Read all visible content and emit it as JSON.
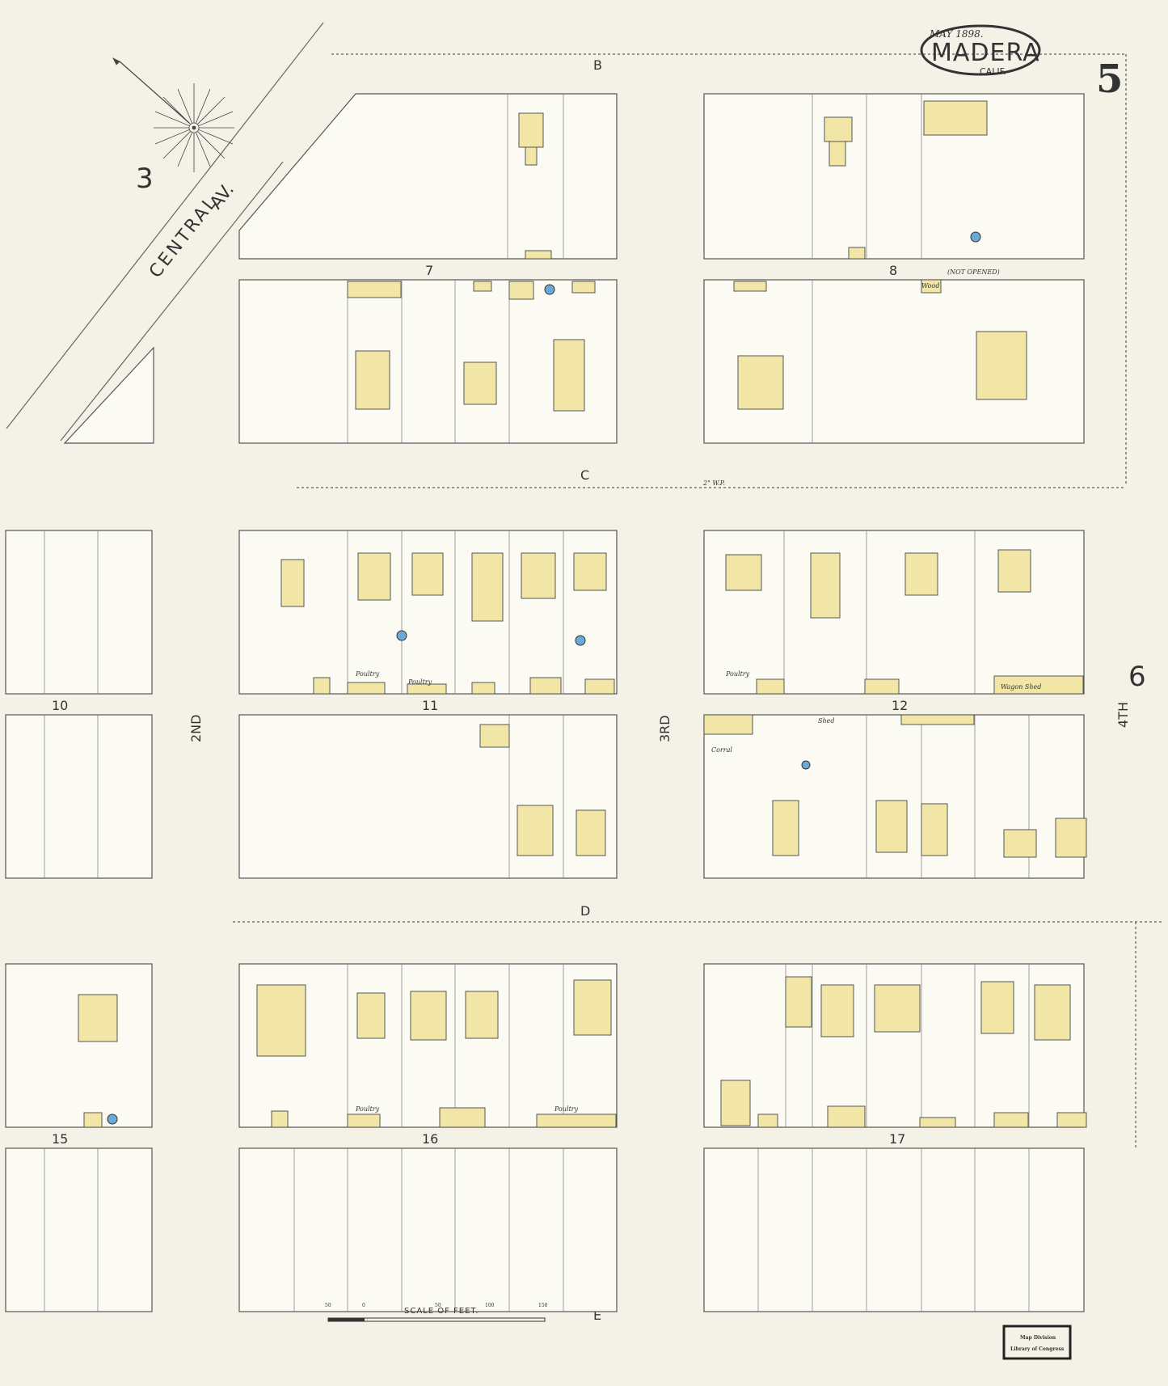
{
  "title": {
    "date": "MAY 1898.",
    "city": "MADERA",
    "state": "CALIF.",
    "sheet_number": "5"
  },
  "adjacent_sheets": {
    "left": "3",
    "right": "6"
  },
  "streets": {
    "b": "B",
    "c": "C",
    "d": "D",
    "e": "E",
    "second": "2ND",
    "third": "3RD",
    "fourth": "4TH",
    "central_1": "CENTRAL",
    "central_2": "AV."
  },
  "blocks": [
    "7",
    "8",
    "10",
    "11",
    "12",
    "15",
    "16",
    "17"
  ],
  "annotations": {
    "not_opened": "(NOT OPENED)",
    "poultry": "Poultry",
    "corral": "Corral",
    "wagon_shed": "Wagon Shed",
    "wood": "Wood",
    "shed": "Shed",
    "water_pipe": "2\" W.P."
  },
  "scale": {
    "label": "SCALE OF FEET.",
    "ticks": [
      "50",
      "0",
      "50",
      "100",
      "150"
    ]
  },
  "stamp": {
    "line1": "Map Division",
    "line2": "Library of Congress"
  },
  "colors": {
    "paper": "#f4f1e6",
    "frame_building": "#f2e6a6",
    "outline": "#555555",
    "water_tank": "#6aa9d8"
  }
}
